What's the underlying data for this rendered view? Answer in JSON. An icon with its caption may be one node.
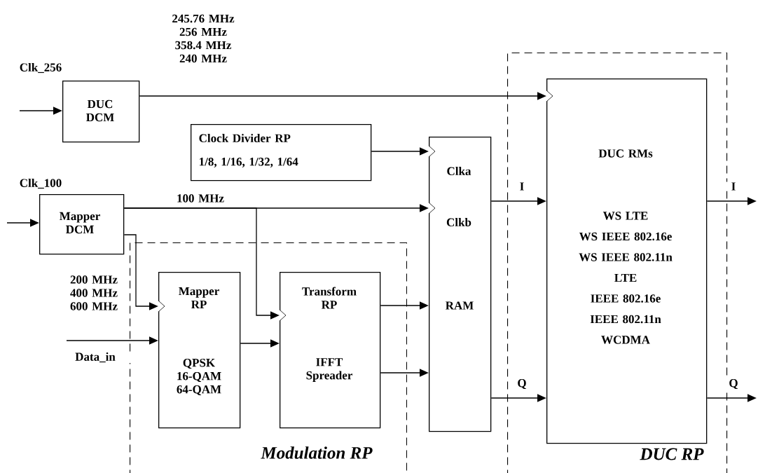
{
  "diagram": {
    "nodes": [
      {
        "text": [
          "Modulation RP"
        ]
      },
      {
        "text": [
          "DUC RP"
        ]
      },
      {
        "text": [
          "DUC DCM"
        ]
      },
      {
        "text": [
          "Clock Divider RP",
          "1/8, 1/16, 1/32, 1/64"
        ]
      },
      {
        "text": [
          "Mapper DCM"
        ]
      },
      {
        "text": [
          "Mapper RP",
          "QPSK 16-QAM 64-QAM"
        ],
        "in": 0
      },
      {
        "text": [
          "Transform RP",
          "IFFT Spreader"
        ],
        "in": 0
      },
      {
        "text": [
          "Clka",
          "Clkb",
          "RAM"
        ]
      },
      {
        "text": [
          "DUC RMs",
          "WS LTE",
          "WS IEEE 802.16e",
          "WS IEEE 802.11n",
          "LTE",
          "IEEE 802.16e",
          "IEEE 802.11n",
          "WCDMA"
        ],
        "in": 1
      }
    ],
    "edges": [
      {
        "from": null,
        "to": 2,
        "arrow": "to",
        "label": "Clk_256"
      },
      {
        "from": null,
        "to": 4,
        "arrow": "to",
        "label": "Clk_100"
      },
      {
        "from": 2,
        "to": 8,
        "arrow": "to",
        "label": "245.76 MHz 256 MHz 358.4 MHz 240 MHz"
      },
      {
        "from": 3,
        "to": 7,
        "arrow": "to"
      },
      {
        "from": 4,
        "to": 7,
        "arrow": "to",
        "label": "100 MHz"
      },
      {
        "from": 4,
        "to": 6,
        "arrow": "to"
      },
      {
        "from": 4,
        "to": 5,
        "arrow": "to",
        "label": "200 MHz 400 MHz 600 MHz"
      },
      {
        "from": null,
        "to": 5,
        "arrow": "to",
        "label": "Data_in"
      },
      {
        "from": 5,
        "to": 6,
        "arrow": "to"
      },
      {
        "from": 6,
        "to": 7,
        "arrow": "to"
      },
      {
        "from": 6,
        "to": 7,
        "arrow": "to"
      },
      {
        "from": 7,
        "to": 8,
        "arrow": "to",
        "label": "I"
      },
      {
        "from": 7,
        "to": 8,
        "arrow": "to",
        "label": "Q"
      },
      {
        "from": 8,
        "to": null,
        "arrow": "to",
        "label": "I"
      },
      {
        "from": 8,
        "to": null,
        "arrow": "to",
        "label": "Q"
      }
    ]
  }
}
